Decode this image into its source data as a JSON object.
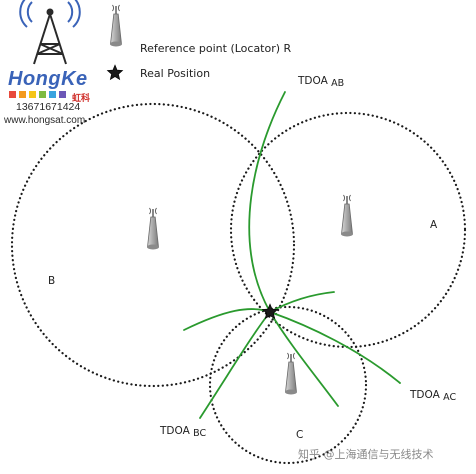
{
  "logo": {
    "brand": "HongKe",
    "chinese": "虹科",
    "phone": "13671671424",
    "url": "www.hongsat.com",
    "colors": [
      "#e84a3c",
      "#f39a1e",
      "#f5c518",
      "#7dbb42",
      "#3aa3df",
      "#6c57b7"
    ]
  },
  "legend": {
    "reference_label": "Reference point (Locator) R",
    "real_position_label": "Real Position"
  },
  "circle_labels": {
    "a": "A",
    "b": "B",
    "c": "C"
  },
  "curves": {
    "ab": {
      "prefix": "TDOA",
      "sub": "AB"
    },
    "ac": {
      "prefix": "TDOA",
      "sub": "AC"
    },
    "bc": {
      "prefix": "TDOA",
      "sub": "BC"
    }
  },
  "watermark": "知乎 @上海通信与无线技术",
  "colors": {
    "curve": "#2a9a2e",
    "circle": "#1a1a1a",
    "tower": "#9a9a9a"
  }
}
